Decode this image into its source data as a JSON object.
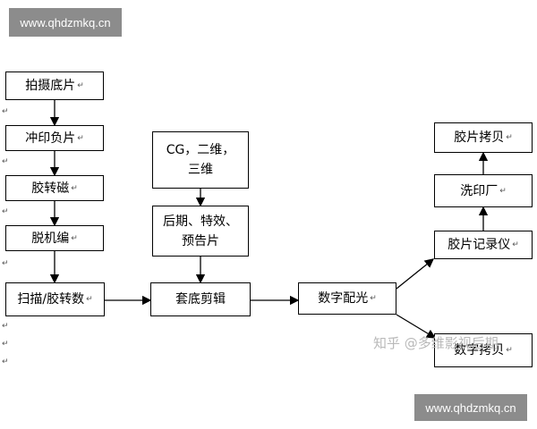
{
  "watermark": {
    "top": "www.qhdzmkq.cn",
    "bottom": "www.qhdzmkq.cn"
  },
  "left_column": [
    "拍摄底片",
    "冲印负片",
    "胶转磁",
    "脱机编",
    "扫描/胶转数"
  ],
  "middle_column": [
    "CG，二维，\n三维",
    "后期、特效、\n预告片",
    "套底剪辑"
  ],
  "center_node": "数字配光",
  "right_column": [
    "胶片拷贝",
    "洗印厂",
    "胶片记录仪",
    "数字拷贝"
  ],
  "return_mark": "↵",
  "overlay_text": "知乎 @多维影视后期"
}
